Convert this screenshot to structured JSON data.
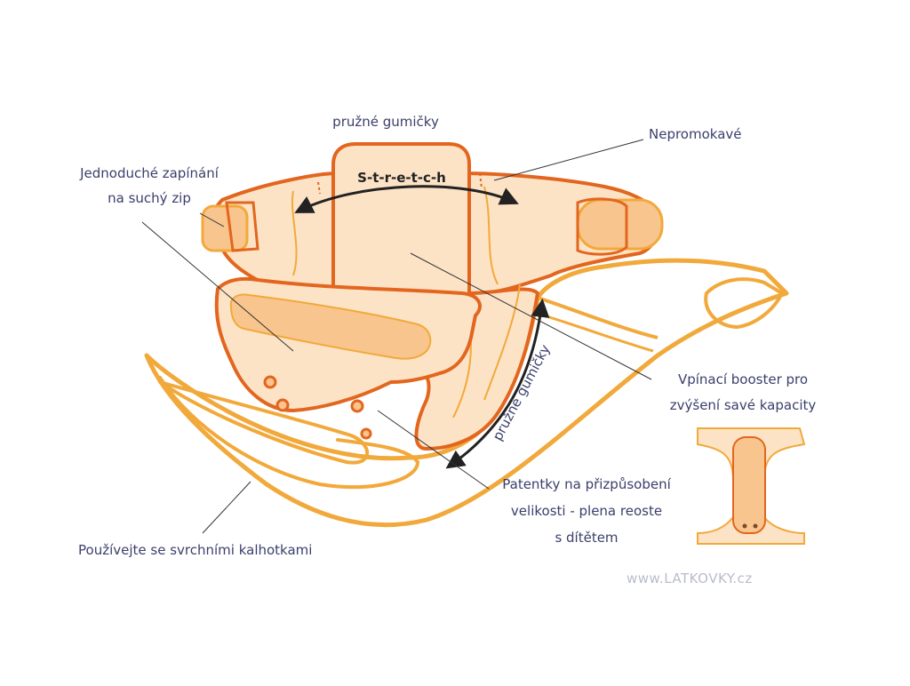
{
  "labels": {
    "elastic_top": "pružné gumičky",
    "waterproof": "Nepromokavé",
    "fastening_line1": "Jednoduché zapínání",
    "fastening_line2": "na suchý zip",
    "stretch": "S-t-r-e-t-c-h",
    "elastic_leg": "pružné gumičky",
    "booster_line1": "Vpínací booster pro",
    "booster_line2": "zvýšení savé kapacity",
    "snaps_line1": "Patentky na přizpůsobení",
    "snaps_line2": "velikosti - plena reoste",
    "snaps_line3": "s dítětem",
    "cover": "Používejte se svrchními kalhotkami"
  },
  "watermark": "www.LATKOVKY.cz",
  "colors": {
    "outline_dark": "#e2661f",
    "outline_light": "#f2a93b",
    "fill_cream": "#fde3c6",
    "fill_patch": "#f9c58e",
    "text": "#3a3f6b",
    "watermark": "#b9bccd"
  }
}
